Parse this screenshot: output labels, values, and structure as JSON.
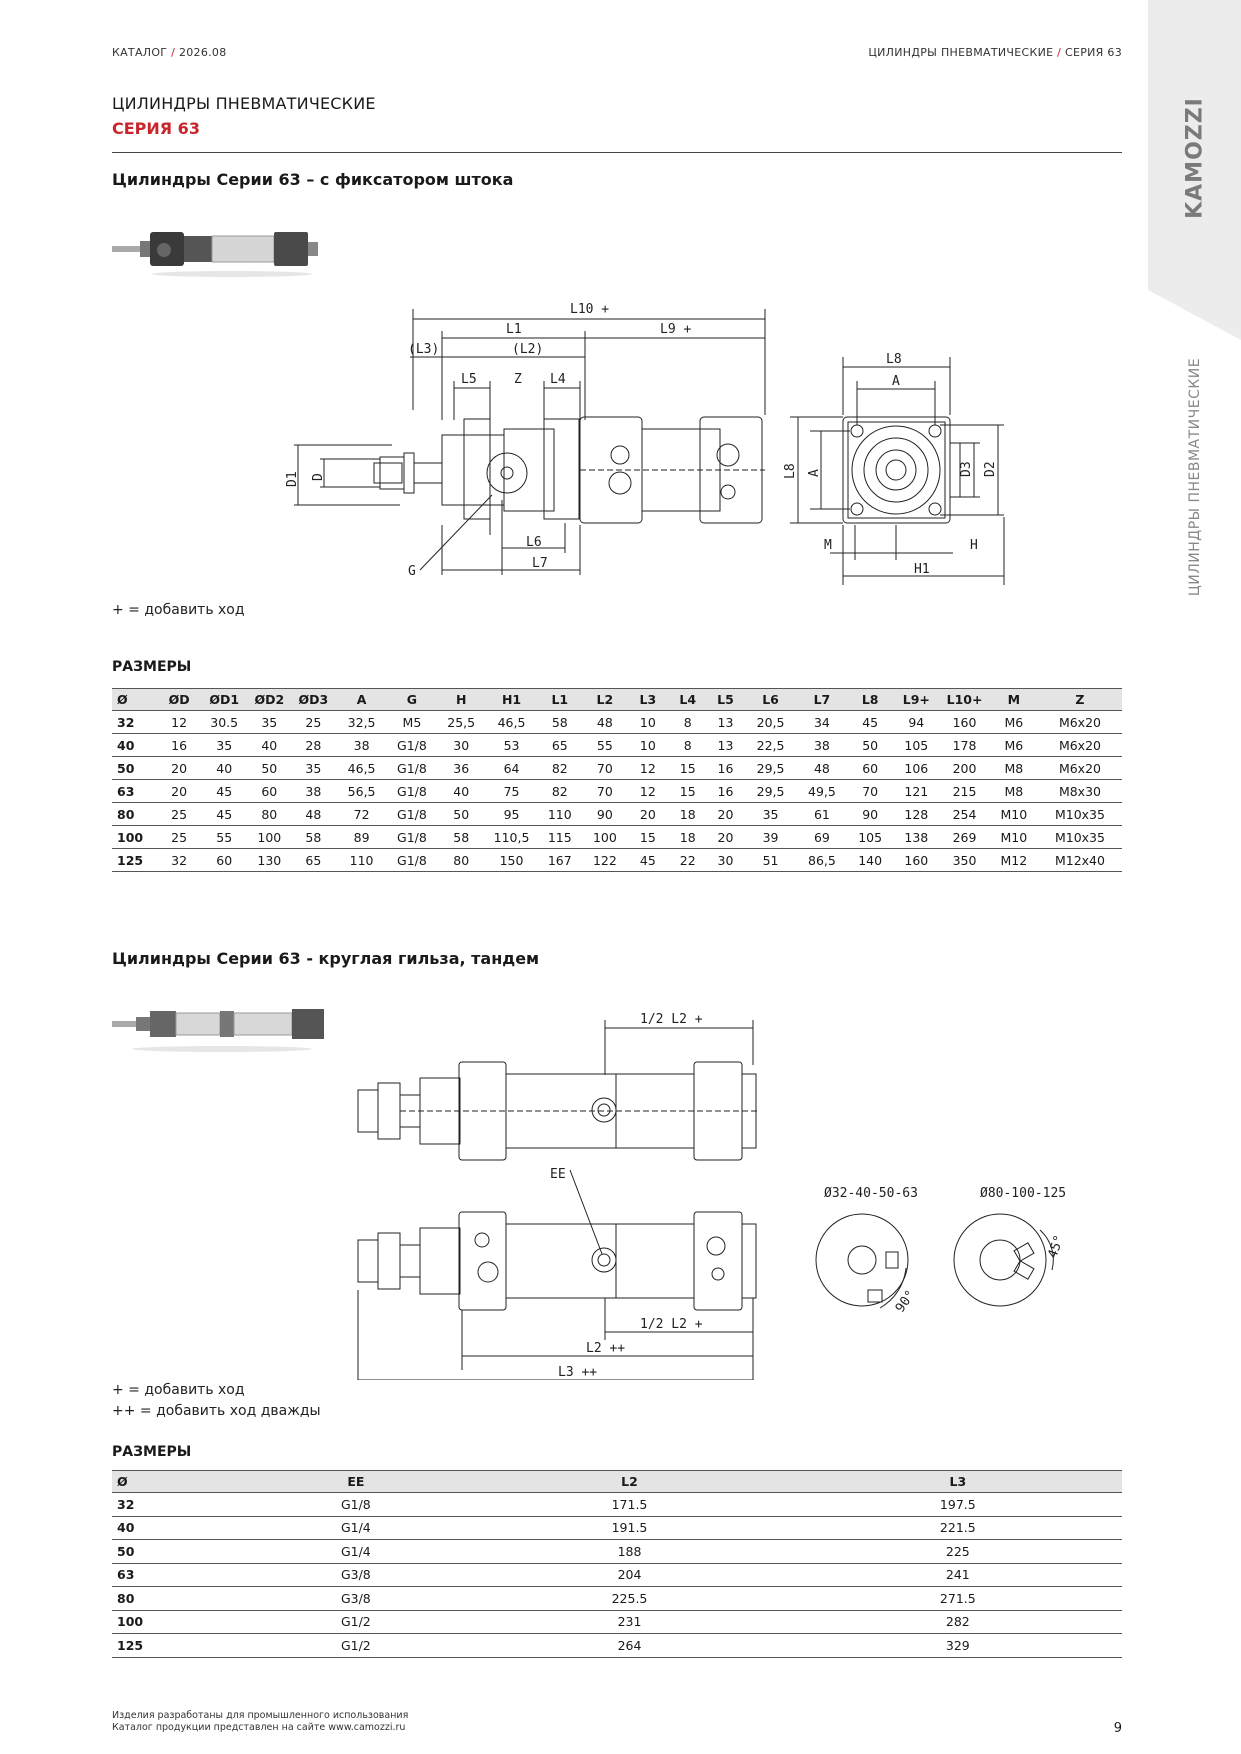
{
  "header": {
    "left_catalog": "КАТАЛОГ",
    "left_sep": " / ",
    "left_year": "2026.08",
    "right_title": "ЦИЛИНДРЫ ПНЕВМАТИЧЕСКИЕ",
    "right_sep": " / ",
    "right_series": "СЕРИЯ 63"
  },
  "side": {
    "brand": "KAMOZZI",
    "vertical_label": "ЦИЛИНДРЫ ПНЕВМАТИЧЕСКИЕ"
  },
  "page_title": {
    "line1": "ЦИЛИНДРЫ ПНЕВМАТИЧЕСКИЕ",
    "line2": "СЕРИЯ 63"
  },
  "section1": {
    "title": "Цилиндры Серии 63 – с фиксатором штока",
    "note": "+ = добавить ход",
    "drawing_labels": {
      "L10": "L10 +",
      "L1": "L1",
      "L9": "L9 +",
      "L3": "(L3)",
      "L2": "(L2)",
      "L5": "L5",
      "Z": "Z",
      "L4": "L4",
      "D1": "D1",
      "D": "D",
      "G": "G",
      "L6": "L6",
      "L7": "L7",
      "L8": "L8",
      "A": "A",
      "D3": "D3",
      "D2": "D2",
      "M": "M",
      "H": "H",
      "H1": "H1"
    },
    "sizes_label": "РАЗМЕРЫ",
    "table": {
      "headers": [
        "Ø",
        "ØD",
        "ØD1",
        "ØD2",
        "ØD3",
        "A",
        "G",
        "H",
        "H1",
        "L1",
        "L2",
        "L3",
        "L4",
        "L5",
        "L6",
        "L7",
        "L8",
        "L9+",
        "L10+",
        "M",
        "Z"
      ],
      "rows": [
        [
          "32",
          "12",
          "30.5",
          "35",
          "25",
          "32,5",
          "M5",
          "25,5",
          "46,5",
          "58",
          "48",
          "10",
          "8",
          "13",
          "20,5",
          "34",
          "45",
          "94",
          "160",
          "M6",
          "M6x20"
        ],
        [
          "40",
          "16",
          "35",
          "40",
          "28",
          "38",
          "G1/8",
          "30",
          "53",
          "65",
          "55",
          "10",
          "8",
          "13",
          "22,5",
          "38",
          "50",
          "105",
          "178",
          "M6",
          "M6x20"
        ],
        [
          "50",
          "20",
          "40",
          "50",
          "35",
          "46,5",
          "G1/8",
          "36",
          "64",
          "82",
          "70",
          "12",
          "15",
          "16",
          "29,5",
          "48",
          "60",
          "106",
          "200",
          "M8",
          "M6x20"
        ],
        [
          "63",
          "20",
          "45",
          "60",
          "38",
          "56,5",
          "G1/8",
          "40",
          "75",
          "82",
          "70",
          "12",
          "15",
          "16",
          "29,5",
          "49,5",
          "70",
          "121",
          "215",
          "M8",
          "M8x30"
        ],
        [
          "80",
          "25",
          "45",
          "80",
          "48",
          "72",
          "G1/8",
          "50",
          "95",
          "110",
          "90",
          "20",
          "18",
          "20",
          "35",
          "61",
          "90",
          "128",
          "254",
          "M10",
          "M10x35"
        ],
        [
          "100",
          "25",
          "55",
          "100",
          "58",
          "89",
          "G1/8",
          "58",
          "110,5",
          "115",
          "100",
          "15",
          "18",
          "20",
          "39",
          "69",
          "105",
          "138",
          "269",
          "M10",
          "M10x35"
        ],
        [
          "125",
          "32",
          "60",
          "130",
          "65",
          "110",
          "G1/8",
          "80",
          "150",
          "167",
          "122",
          "45",
          "22",
          "30",
          "51",
          "86,5",
          "140",
          "160",
          "350",
          "M12",
          "M12x40"
        ]
      ]
    }
  },
  "section2": {
    "title": "Цилиндры Серии 63 - круглая гильза, тандем",
    "note1": "+ = добавить ход",
    "note2": "++ =  добавить ход дважды",
    "drawing_labels": {
      "half_L2_top": "1/2  L2  +",
      "EE": "EE",
      "half_L2_bottom": "1/2  L2  +",
      "L2": "L2  ++",
      "L3": "L3  ++",
      "diam_small": "Ø32-40-50-63",
      "diam_large": "Ø80-100-125",
      "angle90": "90°",
      "angle45": "45°"
    },
    "sizes_label": "РАЗМЕРЫ",
    "table": {
      "headers": [
        "Ø",
        "EE",
        "L2",
        "L3"
      ],
      "rows": [
        [
          "32",
          "G1/8",
          "171.5",
          "197.5"
        ],
        [
          "40",
          "G1/4",
          "191.5",
          "221.5"
        ],
        [
          "50",
          "G1/4",
          "188",
          "225"
        ],
        [
          "63",
          "G3/8",
          "204",
          "241"
        ],
        [
          "80",
          "G3/8",
          "225.5",
          "271.5"
        ],
        [
          "100",
          "G1/2",
          "231",
          "282"
        ],
        [
          "125",
          "G1/2",
          "264",
          "329"
        ]
      ]
    }
  },
  "footer": {
    "line1": "Изделия разработаны для промышленного использования",
    "line2": "Каталог продукции представлен на сайте www.camozzi.ru",
    "page_number": "9"
  },
  "colors": {
    "accent_red": "#c8262c",
    "side_grey": "#ececec",
    "brand_grey": "#7a7a7a"
  }
}
